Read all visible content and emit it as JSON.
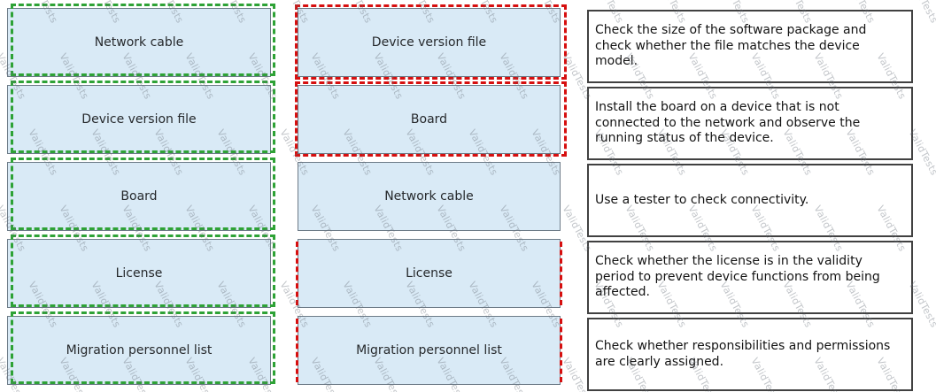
{
  "watermark": {
    "text": "ValidTests"
  },
  "colors": {
    "box_fill": "#d9eaf6",
    "box_border": "#6d7b87",
    "green_dash": "#2ea236",
    "red_dash": "#d60f0f"
  },
  "columns": {
    "left": [
      {
        "label": "Network cable",
        "highlight": "green"
      },
      {
        "label": "Device version file",
        "highlight": "green"
      },
      {
        "label": "Board",
        "highlight": "green"
      },
      {
        "label": "License",
        "highlight": "green"
      },
      {
        "label": "Migration personnel list",
        "highlight": "green"
      }
    ],
    "middle": [
      {
        "label": "Device version file",
        "highlight": "red-full"
      },
      {
        "label": "Board",
        "highlight": "red-full"
      },
      {
        "label": "Network cable",
        "highlight": "none"
      },
      {
        "label": "License",
        "highlight": "red-sides"
      },
      {
        "label": "Migration personnel list",
        "highlight": "red-sides"
      }
    ],
    "right": [
      {
        "text": "Check the size of the software package and check whether the file matches the device model."
      },
      {
        "text": "Install the board on a device that is not connected to the network and observe the running status of the device."
      },
      {
        "text": "Use a tester to check connectivity."
      },
      {
        "text": "Check whether the license is in the validity period to prevent device functions from being affected."
      },
      {
        "text": "Check whether responsibilities and permissions are clearly assigned."
      }
    ]
  }
}
